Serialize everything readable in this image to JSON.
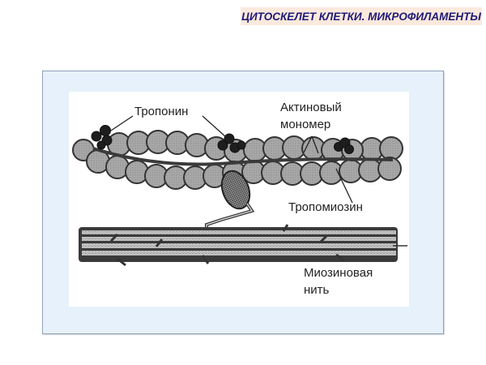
{
  "slide": {
    "title": "ЦИТОСКЕЛЕТ КЛЕТКИ. МИКРОФИЛАМЕНТЫ",
    "title_bg": "#fbe9dd",
    "title_color": "#1f1a78",
    "frame_bg": "#e6f1fb"
  },
  "diagram": {
    "labels": {
      "troponin": "Тропонин",
      "actin_monomer_line1": "Актиновый",
      "actin_monomer_line2": "мономер",
      "tropomyosin": "Тропомиозин",
      "myosin_line1": "Миозиновая",
      "myosin_line2": "нить"
    },
    "components": [
      "actin filament",
      "troponin complexes",
      "tropomyosin strand",
      "myosin head",
      "myosin filament"
    ]
  }
}
